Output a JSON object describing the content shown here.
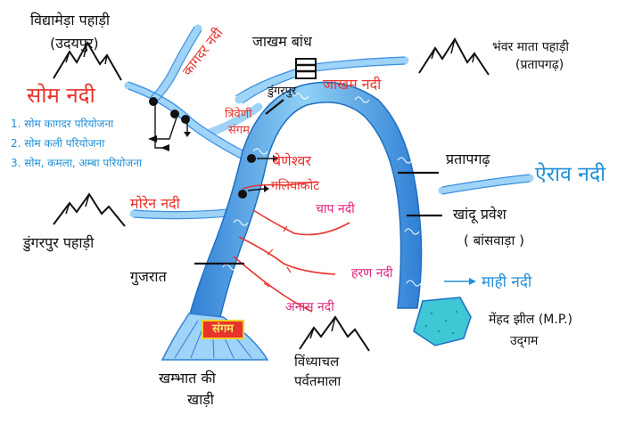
{
  "labels": {
    "vidhyameda": "विद्यामेड़ा पहाड़ी",
    "udaipur": "(उदयपुर)",
    "kagdar": "कागदर नदी",
    "som_nadi": "सोम नदी",
    "project1": "1. सोम कागदर परियोजना",
    "project2": "2. सोम कली परियोजना",
    "project3": "3. सोम, कमला, अम्बा परियोजना",
    "jakham_bandh": "जाखम बांध",
    "bhanwar_mata": "भंवर माता पहाड़ी",
    "pratapgarh_paren": "(प्रतापगढ़)",
    "jakham_nadi": "जाखम नदी",
    "dungarpur_top": "डुंगरपुर",
    "triveni_1": "त्रिवेणी",
    "triveni_2": "संगम",
    "beneshwar": "बेणेश्वर",
    "galiyakot": "गलियाकोट",
    "pratapgarh": "प्रतापगढ़",
    "airav_nadi": "ऐराव नदी",
    "moren_nadi": "मोरेन नदी",
    "chap_nadi": "चाप नदी",
    "khandu_pravesh": "खांदू प्रवेश",
    "banswara": "( बांसवाड़ा )",
    "dungarpur_pahadi": "डुंगरपुर पहाड़ी",
    "gujarat": "गुजरात",
    "haran_nadi": "हरण नदी",
    "mahi_nadi": "माही नदी",
    "anas_nadi": "अनास नदी",
    "sangam": "संगम",
    "mehad_jheel": "मेंहद झील (M.P.)",
    "udgam": "उद्‌गम",
    "vindhyachal_1": "विंध्याचल",
    "vindhyachal_2": "पर्वतमाला",
    "khambhat_1": "खम्भात की",
    "khambhat_2": "खाड़ी"
  },
  "colors": {
    "river": "#3b8fe0",
    "river_light": "#9fd3f7",
    "tributary": "#9fd3f7",
    "lake": "#3fc7d6",
    "red_label": "#e8332d",
    "pink_label": "#e0237a",
    "blue_label": "#1e8fd8"
  }
}
